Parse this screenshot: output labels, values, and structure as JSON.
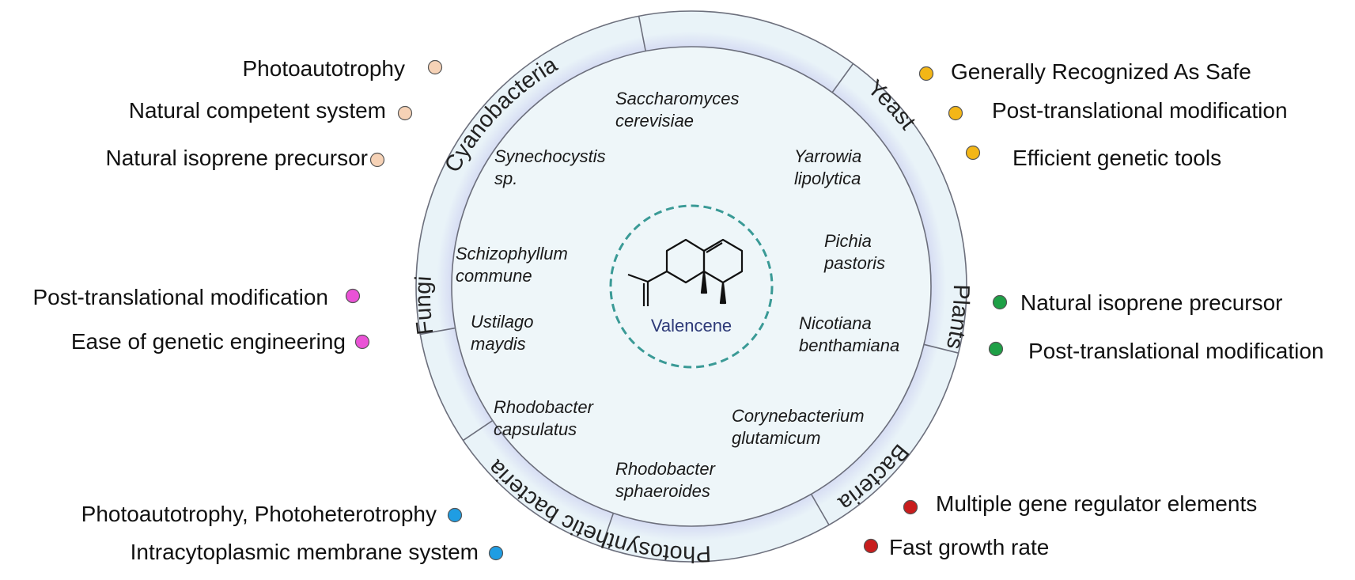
{
  "center": {
    "label": "Valencene"
  },
  "colors": {
    "cyanobacteria": "#f6d2b6",
    "yeast": "#f3b617",
    "fungi": "#ea52d6",
    "plants": "#1ea046",
    "photosynthetic_bacteria": "#1f9de3",
    "bacteria": "#c81d1d",
    "ring": "#c4c8ee",
    "inner": "#eef6f9",
    "dashed": "#3a9a96"
  },
  "segments": [
    {
      "id": "cyanobacteria",
      "label": "Cyanobacteria"
    },
    {
      "id": "yeast",
      "label": "Yeast"
    },
    {
      "id": "fungi",
      "label": "Fungi"
    },
    {
      "id": "plants",
      "label": "Plants"
    },
    {
      "id": "photosynthetic_bacteria",
      "label": "Photosynthetic bacteria"
    },
    {
      "id": "bacteria",
      "label": "Bacteria"
    }
  ],
  "organisms": [
    [
      "Saccharomyces",
      "cerevisiae"
    ],
    [
      "Synechocystis",
      "sp."
    ],
    [
      "Yarrowia",
      "lipolytica"
    ],
    [
      "Schizophyllum",
      "commune"
    ],
    [
      "Pichia",
      "pastoris"
    ],
    [
      "Ustilago",
      "maydis"
    ],
    [
      "Nicotiana",
      "benthamiana"
    ],
    [
      "Rhodobacter",
      "capsulatus"
    ],
    [
      "Corynebacterium",
      "glutamicum"
    ],
    [
      "Rhodobacter",
      "sphaeroides"
    ]
  ],
  "features": {
    "cyanobacteria": [
      "Photoautotrophy",
      "Natural competent system",
      "Natural isoprene precursor"
    ],
    "yeast": [
      "Generally Recognized As Safe",
      "Post-translational modification",
      "Efficient genetic tools"
    ],
    "fungi": [
      "Post-translational modification",
      "Ease of genetic engineering"
    ],
    "plants": [
      "Natural isoprene precursor",
      "Post-translational modification"
    ],
    "photosynthetic_bacteria": [
      "Photoautotrophy, Photoheterotrophy",
      "Intracytoplasmic membrane system"
    ],
    "bacteria": [
      "Multiple gene regulator elements",
      "Fast growth rate"
    ]
  }
}
